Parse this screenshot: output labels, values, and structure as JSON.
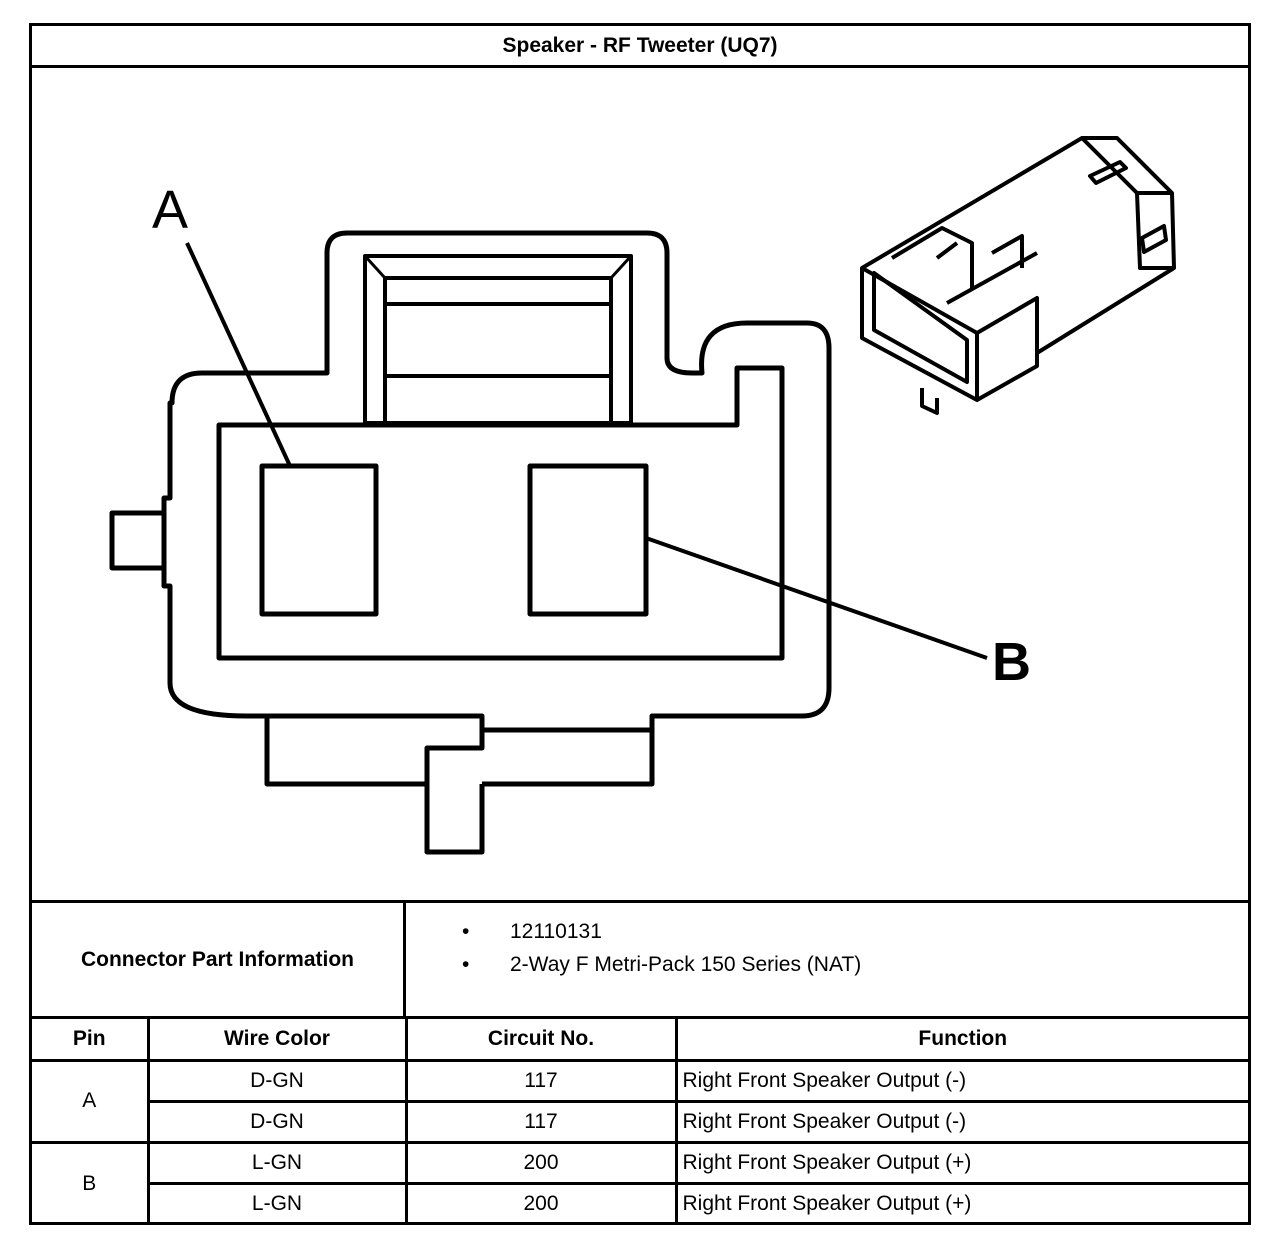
{
  "title": "Speaker - RF Tweeter (UQ7)",
  "diagram": {
    "callout_a": "A",
    "callout_b": "B"
  },
  "connector_info": {
    "label": "Connector Part Information",
    "items": [
      "12110131",
      "2-Way F Metri-Pack 150 Series (NAT)"
    ],
    "bullet": "•"
  },
  "table": {
    "headers": [
      "Pin",
      "Wire Color",
      "Circuit No.",
      "Function"
    ],
    "pins": [
      {
        "pin": "A",
        "rows": [
          {
            "wire_color": "D-GN",
            "circuit": "117",
            "function": "Right Front Speaker Output (-)"
          },
          {
            "wire_color": "D-GN",
            "circuit": "117",
            "function": "Right Front Speaker Output (-)"
          }
        ]
      },
      {
        "pin": "B",
        "rows": [
          {
            "wire_color": "L-GN",
            "circuit": "200",
            "function": "Right Front Speaker Output (+)"
          },
          {
            "wire_color": "L-GN",
            "circuit": "200",
            "function": "Right Front Speaker Output (+)"
          }
        ]
      }
    ]
  }
}
